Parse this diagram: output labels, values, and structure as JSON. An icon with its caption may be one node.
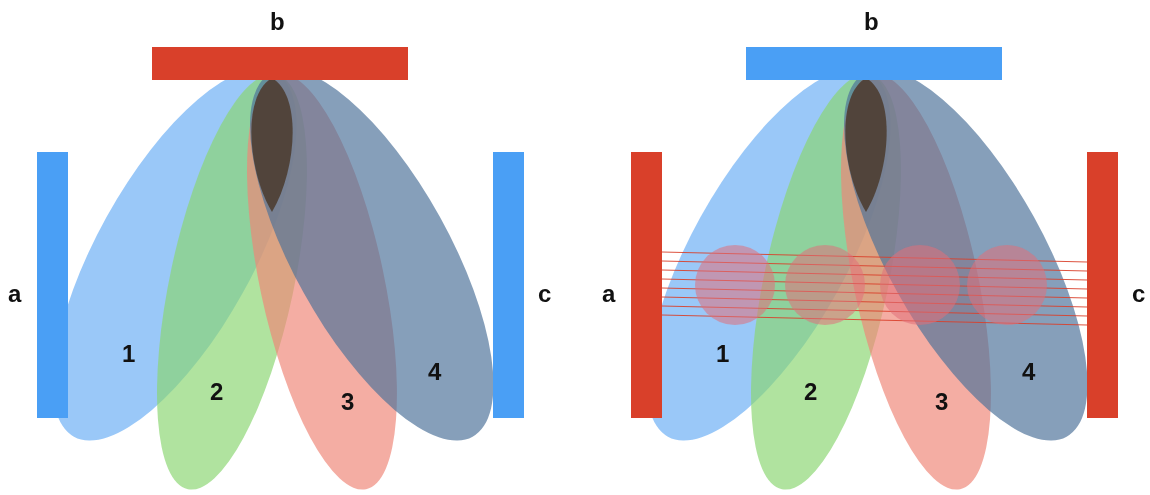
{
  "diagram": {
    "nodes": [
      {
        "text": [
          "b"
        ]
      },
      {
        "text": [
          "a"
        ]
      },
      {
        "text": [
          "c"
        ]
      },
      {
        "text": [
          "1"
        ]
      },
      {
        "text": [
          "2"
        ]
      },
      {
        "text": [
          "3"
        ]
      },
      {
        "text": [
          "4"
        ]
      },
      {
        "text": [
          "b"
        ]
      },
      {
        "text": [
          "a"
        ]
      },
      {
        "text": [
          "c"
        ]
      },
      {
        "text": [
          "1"
        ]
      },
      {
        "text": [
          "2"
        ]
      },
      {
        "text": [
          "3"
        ]
      },
      {
        "text": [
          "4"
        ]
      },
      {
        "text": [],
        "shape": "teardrop"
      },
      {
        "text": [],
        "shape": "teardrop"
      }
    ]
  }
}
